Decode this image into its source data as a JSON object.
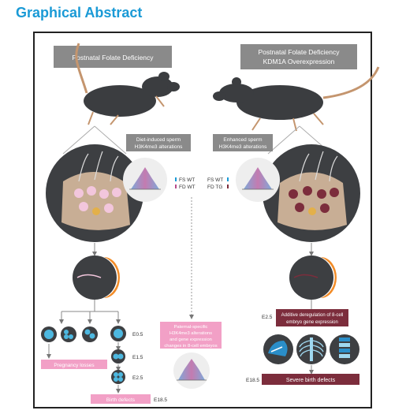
{
  "title": "Graphical Abstract",
  "left": {
    "header": "Postnatal Folate Deficiency",
    "alteration": [
      "Diet-induced sperm",
      "H3K4me3 alterations"
    ],
    "legend": [
      "FS WT",
      "FD WT"
    ],
    "stages": [
      "E0.5",
      "E1.5",
      "E2.5",
      "E18.5"
    ],
    "pregnancy": "Pregnancy losses",
    "birth": "Birth defects"
  },
  "right": {
    "header": [
      "Postnatal Folate Deficiency",
      "KDM1A Overexpression"
    ],
    "alteration": [
      "Enhanced sperm",
      "H3K4me3 alterations"
    ],
    "legend": [
      "FS WT",
      "FD TG"
    ],
    "stage_top": "E2.5",
    "additive": [
      "Additive deregulation of 8-cell",
      "embryo gene expression"
    ],
    "stage_bottom": "E18.5",
    "severe": "Severe birth defects"
  },
  "center": {
    "paternal": [
      "Paternal-specific",
      "H3K4me3 alterations",
      "and gene expression",
      "changes in 8-cell embryos"
    ]
  },
  "colors": {
    "accent_blue": "#1a9ad6",
    "header_gray": "#8a8a8a",
    "pink": "#f2a0c6",
    "maroon": "#7c2d3c",
    "mouse": "#3b3d40",
    "tail": "#c4956e"
  }
}
